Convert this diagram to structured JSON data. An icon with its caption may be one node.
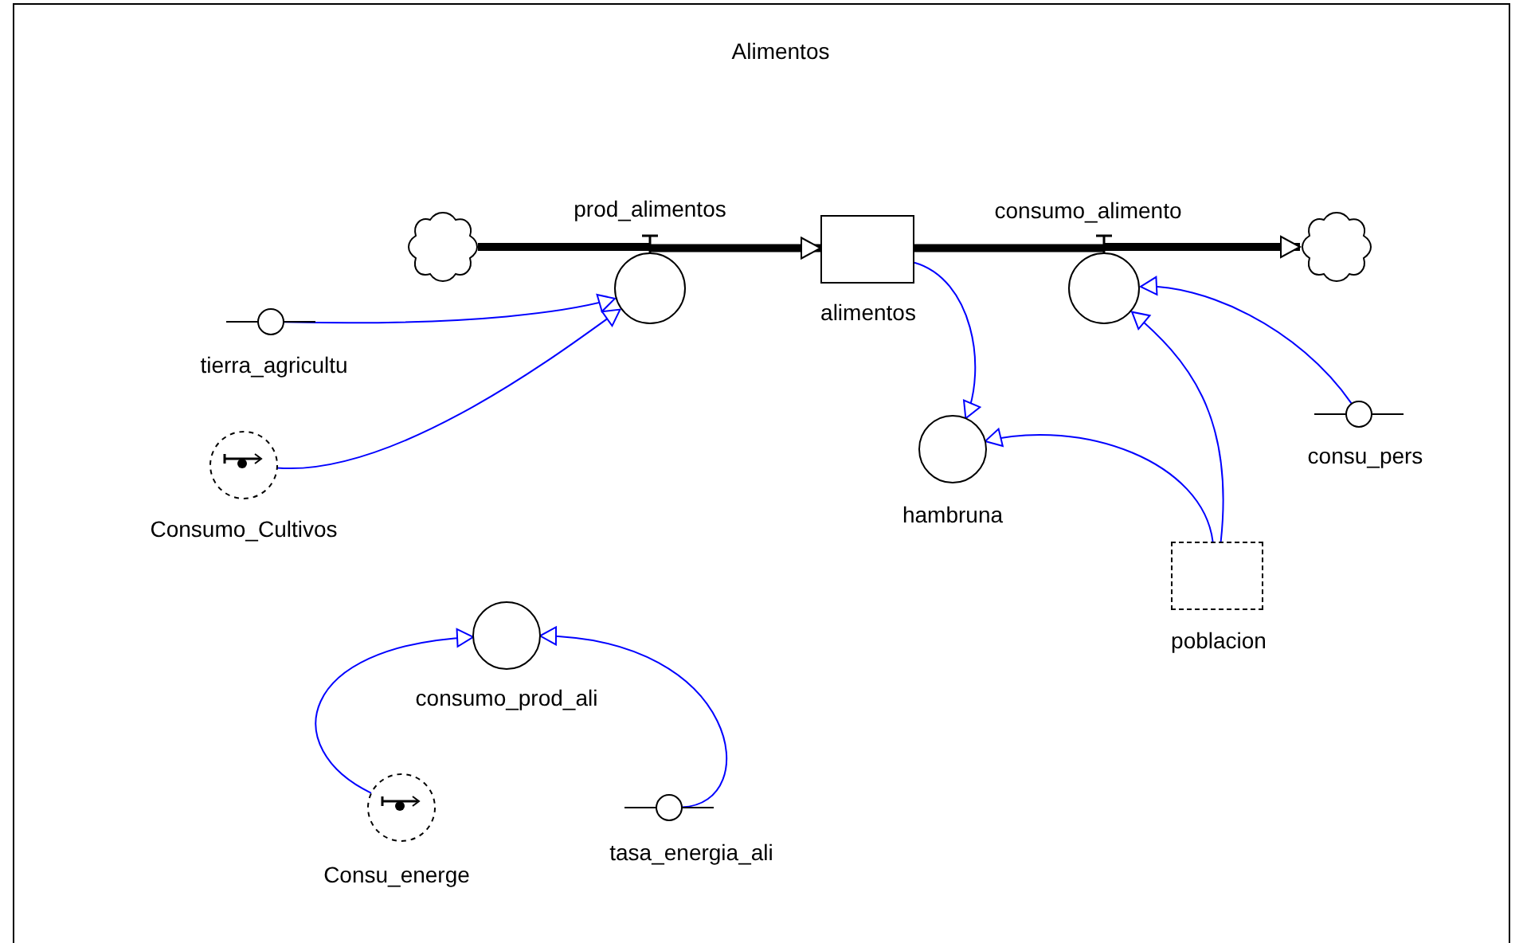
{
  "diagram": {
    "title": "Alimentos",
    "nodes": [
      {
        "text": [],
        "shape": "cloud"
      },
      {
        "text": [
          "prod_alimentos"
        ]
      },
      {
        "text": [
          "alimentos"
        ]
      },
      {
        "text": [
          "consumo_alimento"
        ]
      },
      {
        "text": [],
        "shape": "cloud"
      },
      {
        "text": [
          "tierra_agricultu"
        ]
      },
      {
        "text": [
          "Consumo_Cultivos"
        ]
      },
      {
        "text": [
          "hambruna"
        ]
      },
      {
        "text": [
          "consu_pers"
        ]
      },
      {
        "text": [
          "poblacion"
        ]
      },
      {
        "text": [
          "consumo_prod_ali"
        ]
      },
      {
        "text": [
          "Consu_energe"
        ]
      },
      {
        "text": [
          "tasa_energia_ali"
        ]
      }
    ],
    "edges": [
      {
        "from": 0,
        "to": 1,
        "arrow": "none",
        "style": "thick",
        "color": "#000000"
      },
      {
        "from": 1,
        "to": 2,
        "arrow": "to",
        "style": "thick",
        "color": "#000000"
      },
      {
        "from": 2,
        "to": 3,
        "arrow": "none",
        "style": "thick",
        "color": "#000000"
      },
      {
        "from": 3,
        "to": 4,
        "arrow": "to",
        "style": "thick",
        "color": "#000000"
      },
      {
        "from": 5,
        "to": 1,
        "arrow": "to"
      },
      {
        "from": 6,
        "to": 1,
        "arrow": "to"
      },
      {
        "from": 2,
        "to": 7,
        "arrow": "to"
      },
      {
        "from": 9,
        "to": 7,
        "arrow": "to"
      },
      {
        "from": 9,
        "to": 3,
        "arrow": "to"
      },
      {
        "from": 8,
        "to": 3,
        "arrow": "to"
      },
      {
        "from": 11,
        "to": 10,
        "arrow": "to"
      },
      {
        "from": 12,
        "to": 10,
        "arrow": "to"
      }
    ]
  }
}
